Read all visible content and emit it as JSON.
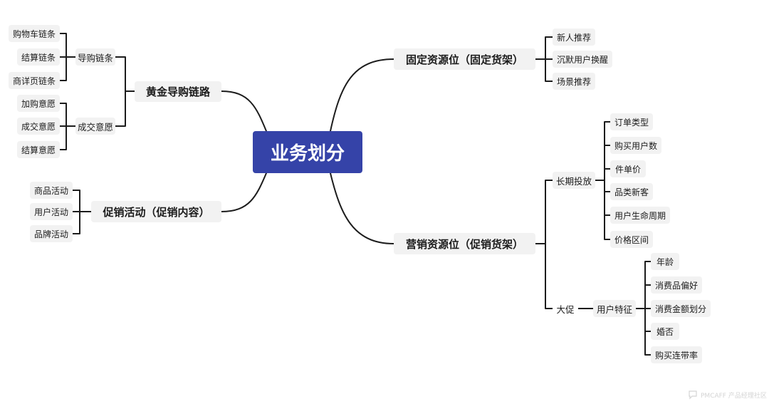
{
  "mindmap": {
    "root": "业务划分",
    "left": {
      "golden": {
        "label": "黄金导购链路",
        "guide": {
          "label": "导购链条",
          "items": [
            "购物车链条",
            "结算链条",
            "商详页链条"
          ]
        },
        "deal": {
          "label": "成交意愿",
          "items": [
            "加购意愿",
            "成交意愿",
            "结算意愿"
          ]
        }
      },
      "promo": {
        "label": "促销活动（促销内容）",
        "items": [
          "商品活动",
          "用户活动",
          "品牌活动"
        ]
      }
    },
    "right": {
      "fixed": {
        "label": "固定资源位（固定货架）",
        "items": [
          "新人推荐",
          "沉默用户换醒",
          "场景推荐"
        ]
      },
      "marketing": {
        "label": "营销资源位（促销货架）",
        "longterm": {
          "label": "长期投放",
          "items": [
            "订单类型",
            "购买用户数",
            "件单价",
            "品类新客",
            "用户生命周期",
            "价格区间"
          ]
        },
        "bigpromo": {
          "label": "大促",
          "userfeature": {
            "label": "用户特征",
            "items": [
              "年龄",
              "消费品偏好",
              "消费金额划分",
              "婚否",
              "购买连带率"
            ]
          }
        }
      }
    }
  },
  "watermark": {
    "text": "PMCAFF 产品经理社区"
  }
}
